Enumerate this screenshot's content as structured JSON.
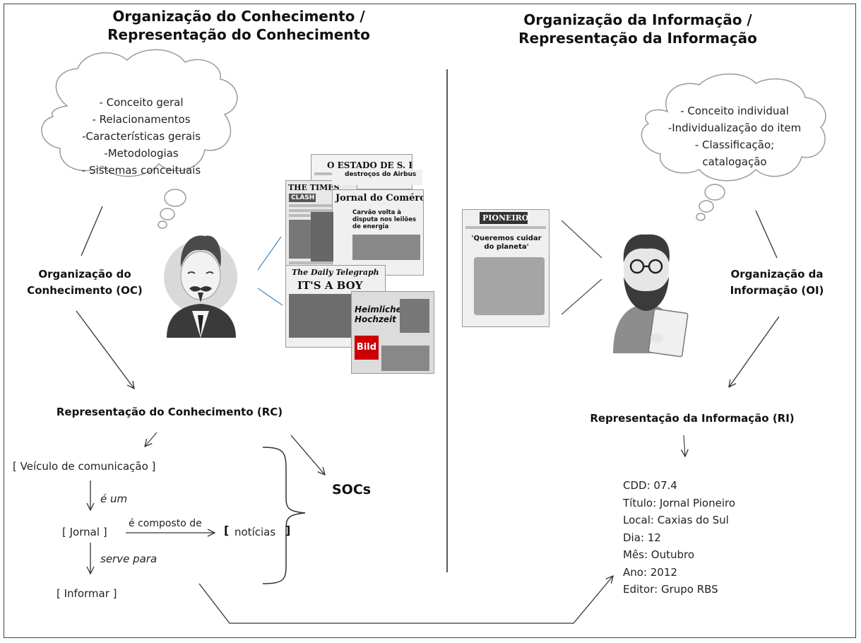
{
  "headers": {
    "left_line1": "Organização do Conhecimento /",
    "left_line2": "Representação do Conhecimento",
    "right_line1": "Organização da Informação /",
    "right_line2": "Representação da Informação"
  },
  "left_cloud": [
    "- Conceito geral",
    "- Relacionamentos",
    "-Características gerais",
    "-Metodologias",
    "- Sistemas conceituais"
  ],
  "right_cloud": [
    "- Conceito individual",
    "-Individualização do item",
    "- Classificação;",
    "catalogação"
  ],
  "oc_label": [
    "Organização do",
    "Conhecimento (OC)"
  ],
  "oi_label": [
    "Organização da",
    "Informação (OI)"
  ],
  "rc_label": "Representação do Conhecimento (RC)",
  "ri_label": "Representação da Informação (RI)",
  "socs": "SOCs",
  "concept_map": {
    "veiculo": "[  Veículo de comunicação  ]",
    "e_um": "é um",
    "jornal": "[  Jornal  ]",
    "composto": "é composto de",
    "noticias_open": "[",
    "noticias": "notícias",
    "noticias_close": "]",
    "serve_para": "serve para",
    "informar": "[  Informar  ]"
  },
  "record": [
    "CDD: 07.4",
    "Título: Jornal Pioneiro",
    "Local: Caxias do Sul",
    "Dia: 12",
    "Mês: Outubro",
    "Ano: 2012",
    "Editor: Grupo RBS"
  ],
  "newspapers": {
    "estado": "O ESTADO DE S. PAULO",
    "estado_sub": "destroços do Airbus",
    "times": "THE TIMES",
    "times_sub": "CLASH",
    "comercio": "Jornal do Comércio",
    "comercio_sub": "Carvão volta à disputa nos leilões de energia",
    "telegraph": "The Daily Telegraph",
    "telegraph_sub": "IT'S A BOY",
    "bild_head": "Heimliche Hochzeit",
    "bild": "Bild",
    "pioneiro": "PIONEIRO",
    "pioneiro_sub": "'Queremos cuidar do planeta'"
  },
  "colors": {
    "ink": "#111111",
    "line": "#333333",
    "accent_line": "#4a90c8"
  }
}
